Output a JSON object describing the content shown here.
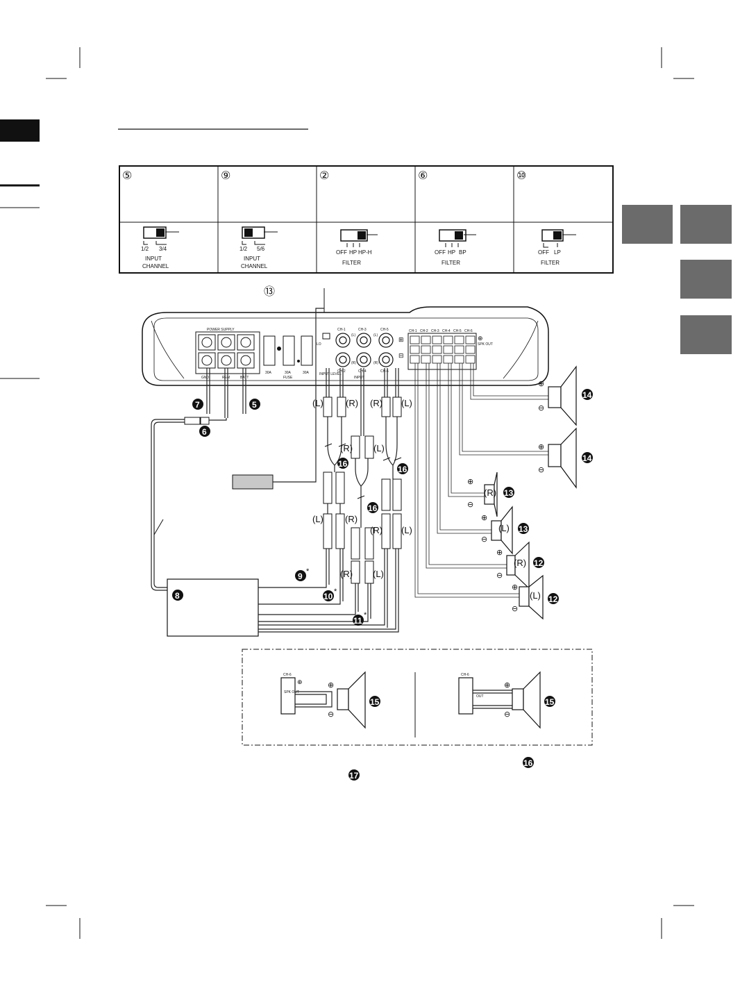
{
  "table": {
    "headers": [
      "⑤",
      "⑨",
      "②",
      "⑥",
      "⑩"
    ],
    "switches": [
      {
        "options": [
          "1/2",
          "3/4"
        ],
        "caption": [
          "INPUT",
          "CHANNEL"
        ]
      },
      {
        "options": [
          "1/2",
          "5/6"
        ],
        "caption": [
          "INPUT",
          "CHANNEL"
        ]
      },
      {
        "options": [
          "OFF",
          "HP",
          "HP-H"
        ],
        "caption": [
          "FILTER"
        ]
      },
      {
        "options": [
          "OFF",
          "HP",
          "BP"
        ],
        "caption": [
          "FILTER"
        ]
      },
      {
        "options": [
          "OFF",
          "LP"
        ],
        "caption": [
          "FILTER"
        ]
      }
    ]
  },
  "amp": {
    "power_supply": "POWER SUPPLY",
    "power_terminals": [
      "GND",
      "REM",
      "BATT"
    ],
    "fuses": [
      "30A",
      "30A",
      "30A"
    ],
    "fuse_label": "FUSE",
    "input_level": "INPUT LEVEL",
    "input_label": "INPUT",
    "rca_ports": [
      "CH-1",
      "CH-3",
      "CH-5",
      "CH-2",
      "CH-4",
      "CH-6"
    ],
    "lr_marks": [
      "(L)",
      "(L)",
      "(R)",
      "(R)"
    ],
    "lo_label": "LO",
    "speaker_channels": [
      "CH-1",
      "CH-2",
      "CH-3",
      "CH-4",
      "CH-5",
      "CH-6"
    ],
    "spk_out": "SPK OUT"
  },
  "callouts": {
    "c13": "⑬",
    "n5": "5",
    "n6": "6",
    "n7": "7",
    "n8": "8",
    "n9": "9",
    "n10": "10",
    "n11": "11",
    "n12a": "12",
    "n12b": "12",
    "n13a": "13",
    "n13b": "13",
    "n14a": "14",
    "n14b": "14",
    "n15a": "15",
    "n15b": "15",
    "n16a": "16",
    "n16b": "16",
    "n16c": "16",
    "n16d": "16",
    "n17": "17",
    "asterisk": "*"
  },
  "plugs": {
    "left_pair_top": [
      "(L)",
      "(R)"
    ],
    "mid_pair_top": [
      "(R)",
      "(L)"
    ],
    "right_pair_top": [
      "(R)",
      "(L)"
    ],
    "left_pair_bottom": [
      "(L)",
      "(R)"
    ],
    "mid_pair_bottom": [
      "(R)",
      "(L)"
    ],
    "right_pair_bottom": [
      "(R)",
      "(L)"
    ]
  },
  "speakers": {
    "mid1": "(R)",
    "mid2": "(L)",
    "tw1": "(R)",
    "tw2": "(L)",
    "plus": "⊕",
    "minus": "⊖"
  },
  "inset": {
    "ch6": "CH-6",
    "spk_out": "SPK OUT",
    "out": "OUT"
  },
  "colors": {
    "ink": "#111111",
    "tab": "#6b6b6b",
    "remote": "#c8c8c8"
  }
}
